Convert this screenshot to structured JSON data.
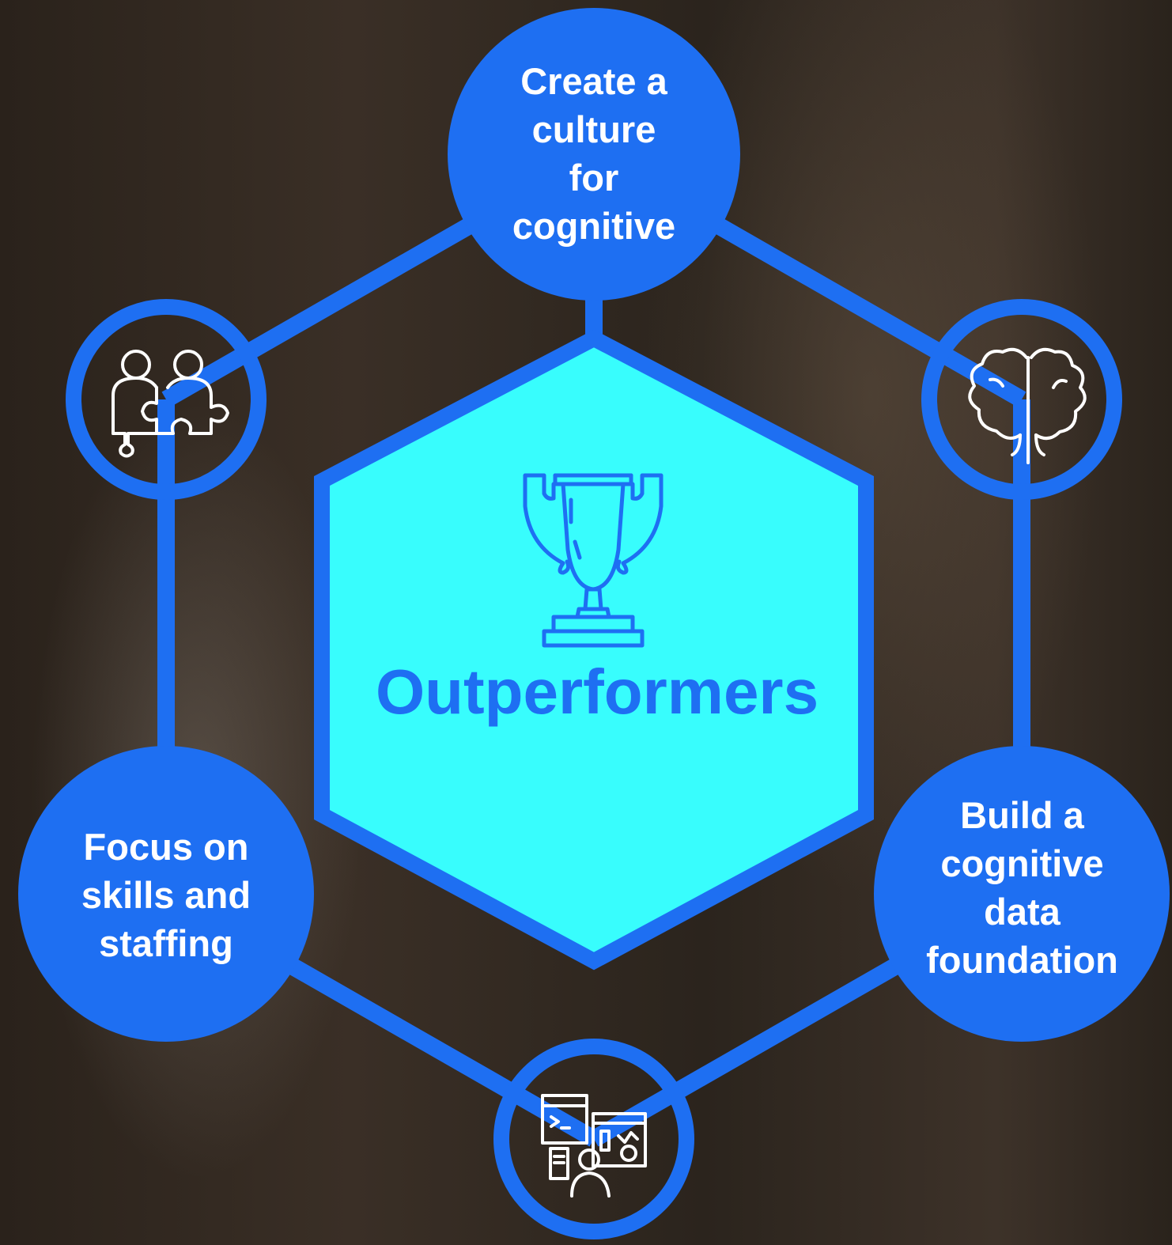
{
  "diagram": {
    "center": {
      "title": "Outperformers",
      "icon": "trophy-icon"
    },
    "nodes": [
      {
        "id": "top",
        "label": "Create a\nculture\nfor\ncognitive"
      },
      {
        "id": "right-upper",
        "icon": "brain-icon"
      },
      {
        "id": "right-lower",
        "label": "Build a\ncognitive\ndata\nfoundation"
      },
      {
        "id": "bottom",
        "icon": "developer-dashboard-icon"
      },
      {
        "id": "left-lower",
        "label": "Focus on\nskills and\nstaffing"
      },
      {
        "id": "left-upper",
        "icon": "puzzle-people-icon"
      }
    ]
  },
  "colors": {
    "node_fill": "#1e6ff2",
    "ring": "#1e6ff2",
    "hexagon_fill": "#38fdfd",
    "text": "#ffffff",
    "center_text": "#1e6ff2"
  }
}
